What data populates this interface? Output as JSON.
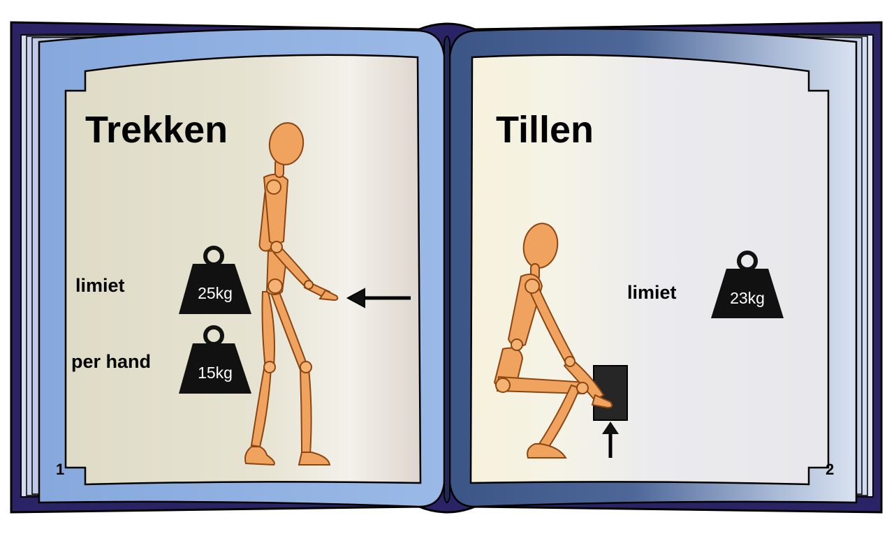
{
  "book": {
    "left_page": {
      "title": "Trekken",
      "labels": {
        "limit": "limiet",
        "per_hand": "per hand"
      },
      "weights": {
        "limit": "25kg",
        "per_hand": "15kg"
      },
      "page_number": "1"
    },
    "right_page": {
      "title": "Tillen",
      "labels": {
        "limit": "limiet"
      },
      "weights": {
        "limit": "23kg"
      },
      "page_number": "2"
    }
  },
  "colors": {
    "cover": "#2a2466",
    "page_frame_left": "#8fb0e0",
    "page_frame_right": "#3c5a8a",
    "page_paper_left": "#e2dfcc",
    "page_paper_right": "#ebebee",
    "figure": "#f0a35e",
    "weight": "#111111"
  }
}
